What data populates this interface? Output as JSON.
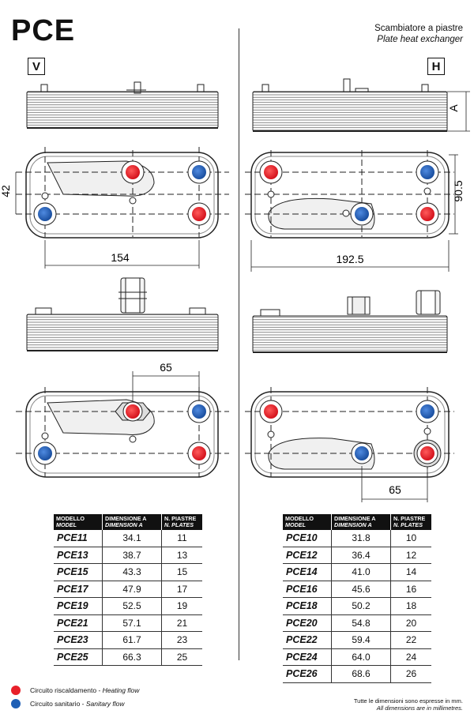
{
  "header": {
    "title": "PCE",
    "subtitle_it": "Scambiatore a piastre",
    "subtitle_en": "Plate heat exchanger"
  },
  "views": {
    "left_label": "V",
    "right_label": "H"
  },
  "dimensions": {
    "v_height": "42",
    "v_width": "154",
    "h_height": "90.5",
    "h_width": "192.5",
    "h_thickness": "A",
    "v_offset": "65",
    "h_offset": "65"
  },
  "table_headers": {
    "model_it": "MODELLO",
    "model_en": "MODEL",
    "dim_it": "DIMENSIONE A",
    "dim_en": "DIMENSION A",
    "plates_it": "N. PIASTRE",
    "plates_en": "N. PLATES"
  },
  "table_v": [
    {
      "model": "PCE11",
      "dim": "34.1",
      "plates": "11"
    },
    {
      "model": "PCE13",
      "dim": "38.7",
      "plates": "13"
    },
    {
      "model": "PCE15",
      "dim": "43.3",
      "plates": "15"
    },
    {
      "model": "PCE17",
      "dim": "47.9",
      "plates": "17"
    },
    {
      "model": "PCE19",
      "dim": "52.5",
      "plates": "19"
    },
    {
      "model": "PCE21",
      "dim": "57.1",
      "plates": "21"
    },
    {
      "model": "PCE23",
      "dim": "61.7",
      "plates": "23"
    },
    {
      "model": "PCE25",
      "dim": "66.3",
      "plates": "25"
    }
  ],
  "table_h": [
    {
      "model": "PCE10",
      "dim": "31.8",
      "plates": "10"
    },
    {
      "model": "PCE12",
      "dim": "36.4",
      "plates": "12"
    },
    {
      "model": "PCE14",
      "dim": "41.0",
      "plates": "14"
    },
    {
      "model": "PCE16",
      "dim": "45.6",
      "plates": "16"
    },
    {
      "model": "PCE18",
      "dim": "50.2",
      "plates": "18"
    },
    {
      "model": "PCE20",
      "dim": "54.8",
      "plates": "20"
    },
    {
      "model": "PCE22",
      "dim": "59.4",
      "plates": "22"
    },
    {
      "model": "PCE24",
      "dim": "64.0",
      "plates": "24"
    },
    {
      "model": "PCE26",
      "dim": "68.6",
      "plates": "26"
    }
  ],
  "legend": {
    "heating_it": "Circuito riscaldamento - ",
    "heating_en": "Heating flow",
    "sanitary_it": "Circuito sanitario - ",
    "sanitary_en": "Sanitary flow",
    "heating_color": "#e8202a",
    "sanitary_color": "#1f5fb5"
  },
  "footnote": {
    "it": "Tutte le dimensioni sono espresse in mm.",
    "en": "All dimensions are in millimetres."
  }
}
